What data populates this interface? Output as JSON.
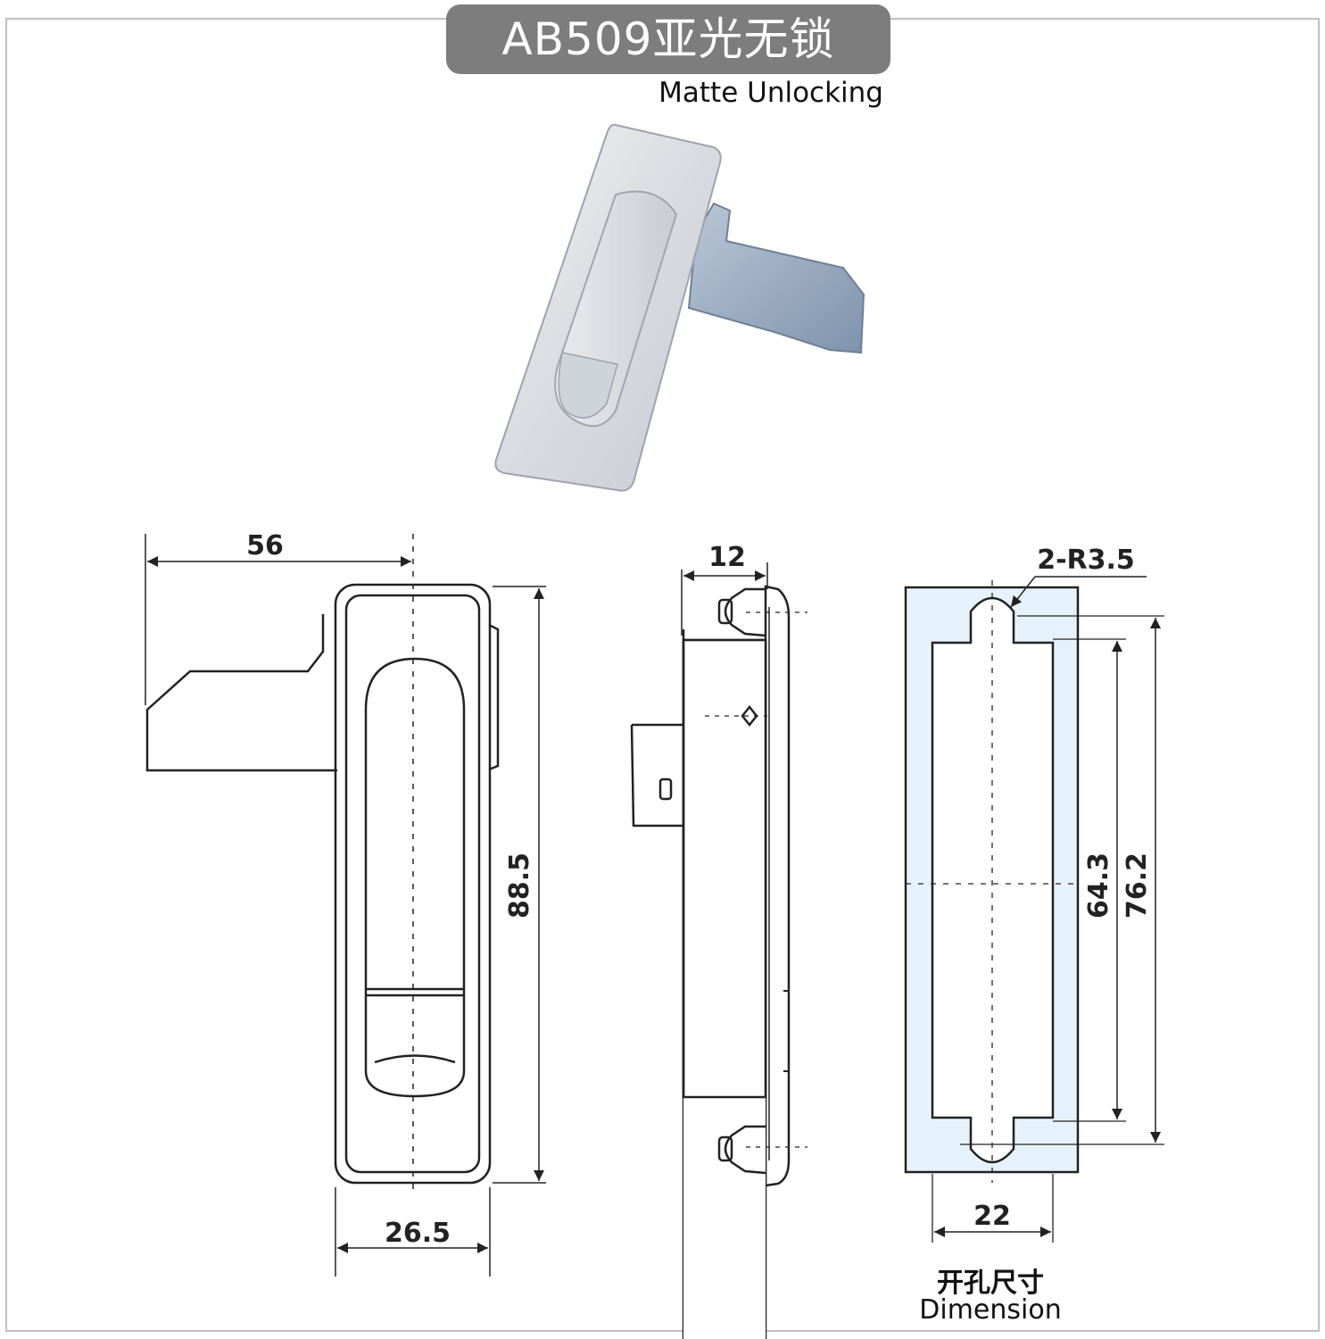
{
  "header": {
    "title": "AB509亚光无锁",
    "subtitle": "Matte Unlocking"
  },
  "dimensions": {
    "front_width_total": "56",
    "front_height": "88.5",
    "front_width_body": "26.5",
    "side_depth": "12",
    "cutout_radius": "2-R3.5",
    "cutout_inner_height": "64.3",
    "cutout_outer_height": "76.2",
    "cutout_width": "22"
  },
  "caption": {
    "chinese": "开孔尺寸",
    "english": "Dimension"
  },
  "colors": {
    "badge": "#7d7d7d",
    "line": "#222222",
    "cutout_fill": "#e6f2fb"
  },
  "icons": {
    "product_photo": "cabinet-lock-photo"
  }
}
